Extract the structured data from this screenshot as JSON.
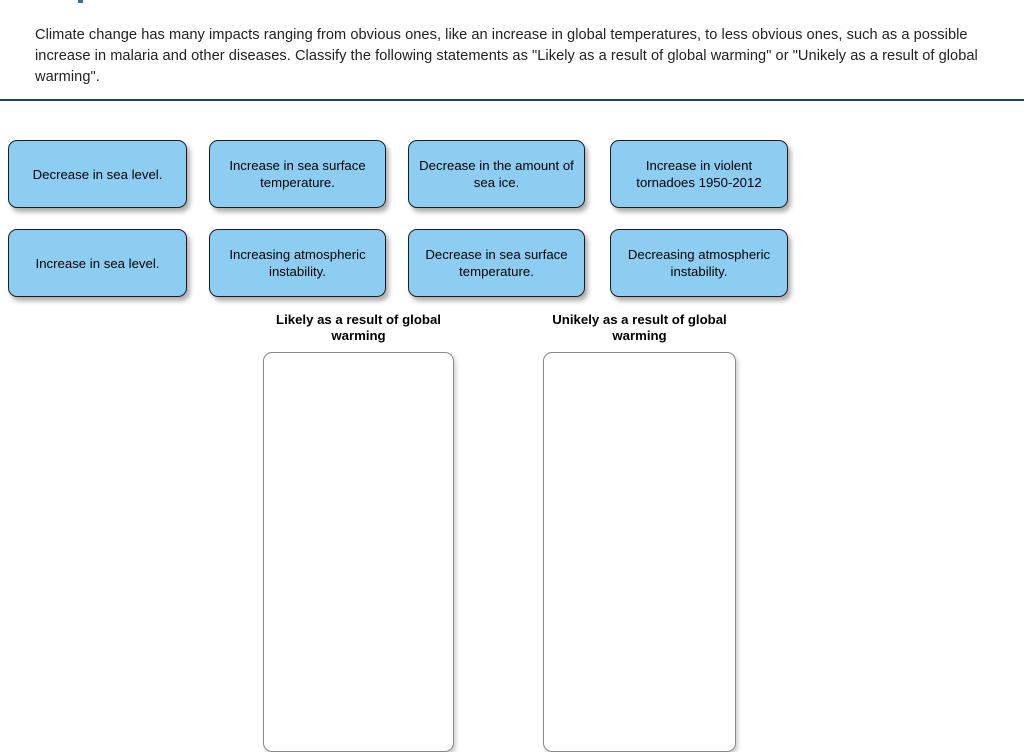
{
  "question": {
    "prompt": "Climate change has many impacts ranging from obvious ones, like an increase in global temperatures, to less obvious ones, such as a possible increase in malaria and other diseases. Classify the following statements as \"Likely as a result of global warming\" or \"Unikely as a result of global warming\"."
  },
  "tiles": [
    {
      "id": "tile-decrease-sea-level",
      "label": "Decrease in sea level."
    },
    {
      "id": "tile-increase-sea-surface-temp",
      "label": "Increase in sea surface temperature."
    },
    {
      "id": "tile-decrease-sea-ice",
      "label": "Decrease in the amount of sea ice."
    },
    {
      "id": "tile-increase-violent-tornadoes",
      "label": "Increase in violent tornadoes 1950-2012"
    },
    {
      "id": "tile-increase-sea-level",
      "label": "Increase in sea level."
    },
    {
      "id": "tile-increasing-instability",
      "label": "Increasing atmospheric instability."
    },
    {
      "id": "tile-decrease-sea-surface-temp",
      "label": "Decrease in sea surface temperature."
    },
    {
      "id": "tile-decreasing-instability",
      "label": "Decreasing atmospheric instability."
    }
  ],
  "drop_zones": [
    {
      "id": "zone-likely",
      "title": "Likely as a result of global warming",
      "items": []
    },
    {
      "id": "zone-unlikely",
      "title": "Unikely as a result of global warming",
      "items": []
    }
  ],
  "colors": {
    "tile_fill": "#8ecdf2",
    "tile_border": "#1c1c1c",
    "divider": "#14456e",
    "zone_border": "#8a8a8a",
    "text": "#222222"
  }
}
